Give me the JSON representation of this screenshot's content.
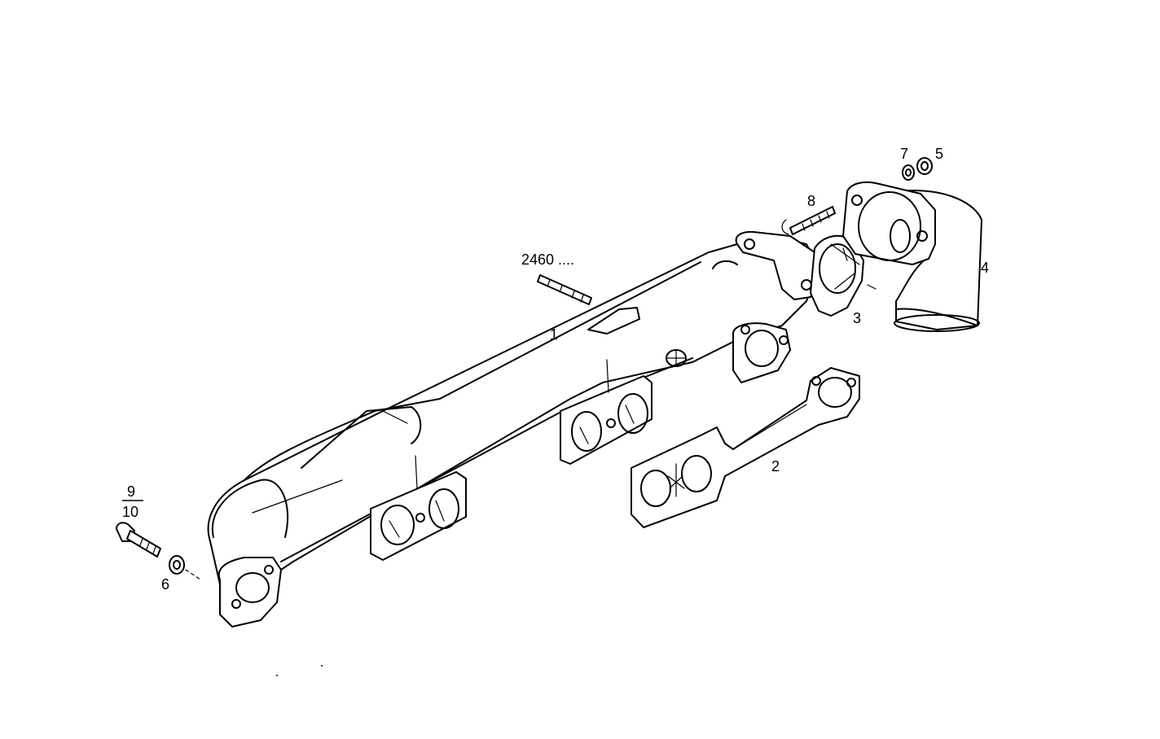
{
  "callouts": {
    "part_1": "1",
    "part_2": "2",
    "part_3": "3",
    "part_4": "4",
    "part_5": "5",
    "part_6": "6",
    "part_7": "7",
    "part_8": "8",
    "part_9": "9",
    "part_10": "10",
    "ref_2460": "2460 ...."
  }
}
